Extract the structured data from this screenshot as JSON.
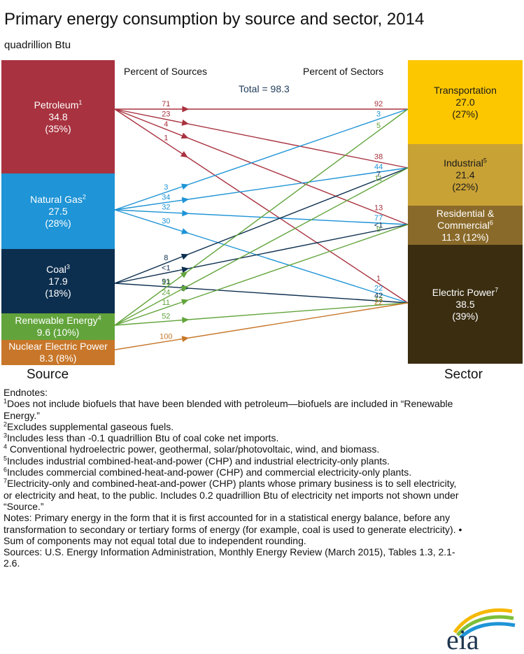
{
  "title": "Primary energy consumption by source and sector, 2014",
  "unit": "quadrillion Btu",
  "headers": {
    "sources": "Percent of Sources",
    "sectors": "Percent of Sectors",
    "total": "Total = 98.3"
  },
  "axis": {
    "source": "Source",
    "sector": "Sector"
  },
  "sources": [
    {
      "name": "Petroleum",
      "note": "1",
      "value": "34.8",
      "pct": "(35%)",
      "color": "#a8323f"
    },
    {
      "name": "Natural Gas",
      "note": "2",
      "value": "27.5",
      "pct": "(28%)",
      "color": "#1f94d6"
    },
    {
      "name": "Coal",
      "note": "3",
      "value": "17.9",
      "pct": "(18%)",
      "color": "#0d2f4f"
    },
    {
      "name": "Renewable Energy",
      "note": "4",
      "value": "9.6 (10%)",
      "color": "#62a43b"
    },
    {
      "name": "Nuclear Electric Power",
      "value": "8.3 (8%)",
      "color": "#c8772a"
    }
  ],
  "sectors": [
    {
      "name": "Transportation",
      "value": "27.0",
      "pct": "(27%)",
      "color": "#fdc700",
      "text_color": "#1a1a1a"
    },
    {
      "name": "Industrial",
      "note": "5",
      "value": "21.4",
      "pct": "(22%)",
      "color": "#c9a236",
      "text_color": "#1a1a1a"
    },
    {
      "name": "Residential &",
      "name2": "Commercial",
      "note": "6",
      "value": "11.3 (12%)",
      "color": "#8a6a2a",
      "text_color": "#ffffff"
    },
    {
      "name": "Electric Power",
      "note": "7",
      "value": "38.5",
      "pct": "(39%)",
      "color": "#3a2d10",
      "text_color": "#ffffff"
    }
  ],
  "flows": [
    {
      "source": 0,
      "sector": 0,
      "src_pct": "71",
      "sec_pct": "92",
      "color": "#a8323f"
    },
    {
      "source": 0,
      "sector": 1,
      "src_pct": "23",
      "sec_pct": "38",
      "color": "#a8323f"
    },
    {
      "source": 0,
      "sector": 2,
      "src_pct": "4",
      "sec_pct": "13",
      "color": "#a8323f"
    },
    {
      "source": 0,
      "sector": 3,
      "src_pct": "1",
      "sec_pct": "1",
      "color": "#a8323f"
    },
    {
      "source": 1,
      "sector": 0,
      "src_pct": "3",
      "sec_pct": "3",
      "color": "#1f94d6"
    },
    {
      "source": 1,
      "sector": 1,
      "src_pct": "34",
      "sec_pct": "44",
      "color": "#1f94d6"
    },
    {
      "source": 1,
      "sector": 2,
      "src_pct": "32",
      "sec_pct": "77",
      "color": "#1f94d6"
    },
    {
      "source": 1,
      "sector": 3,
      "src_pct": "30",
      "sec_pct": "22",
      "color": "#1f94d6"
    },
    {
      "source": 2,
      "sector": 1,
      "src_pct": "8",
      "sec_pct": "7",
      "color": "#0d2f4f"
    },
    {
      "source": 2,
      "sector": 2,
      "src_pct": "<1",
      "sec_pct": "<1",
      "color": "#0d2f4f"
    },
    {
      "source": 2,
      "sector": 3,
      "src_pct": "91",
      "sec_pct": "42",
      "color": "#0d2f4f"
    },
    {
      "source": 3,
      "sector": 0,
      "src_pct": "13",
      "sec_pct": "5",
      "color": "#62a43b"
    },
    {
      "source": 3,
      "sector": 1,
      "src_pct": "24",
      "sec_pct": "11",
      "color": "#62a43b"
    },
    {
      "source": 3,
      "sector": 2,
      "src_pct": "11",
      "sec_pct": "9",
      "color": "#62a43b"
    },
    {
      "source": 3,
      "sector": 3,
      "src_pct": "52",
      "sec_pct": "13",
      "color": "#62a43b"
    },
    {
      "source": 4,
      "sector": 3,
      "src_pct": "100",
      "sec_pct": "22",
      "color": "#c8772a"
    }
  ],
  "endnotes_title": "Endnotes:",
  "endnotes": [
    {
      "n": "1",
      "text": "Does not include biofuels that have been blended with petroleum—biofuels are included in “Renewable Energy.”"
    },
    {
      "n": "2",
      "text": "Excludes supplemental gaseous fuels."
    },
    {
      "n": "3",
      "text": "Includes less than -0.1 quadrillion Btu of coal coke net imports."
    },
    {
      "n": "4",
      "text": " Conventional hydroelectric power, geothermal, solar/photovoltaic, wind, and biomass."
    },
    {
      "n": "5",
      "text": "Includes industrial combined-heat-and-power (CHP) and industrial electricity-only plants."
    },
    {
      "n": "6",
      "text": "Includes commercial combined-heat-and-power (CHP) and commercial electricity-only plants."
    },
    {
      "n": "7",
      "text": "Electricity-only and combined-heat-and-power (CHP) plants whose primary business is to sell electricity, or electricity and heat, to the public. Includes 0.2 quadrillion Btu of electricity net imports not shown under “Source.”"
    }
  ],
  "notes_text": "Notes: Primary energy in the form that it is first accounted for in a statistical energy balance, before any transformation to secondary or tertiary forms of energy (for example, coal is used to generate electricity). • Sum of components may not equal total due to independent rounding.",
  "sources_text": "Sources: U.S. Energy Information Administration, Monthly Energy Review (March 2015), Tables 1.3, 2.1-2.6.",
  "logo_text": "eia"
}
